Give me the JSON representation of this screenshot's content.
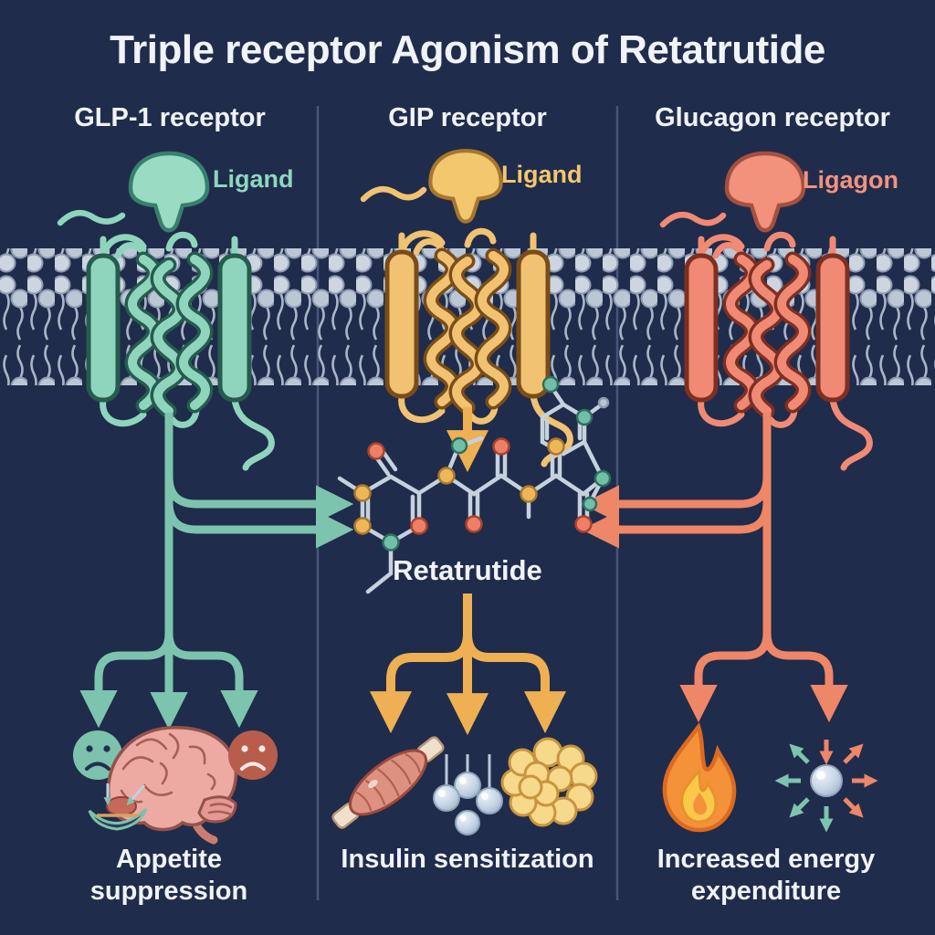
{
  "title": "Triple receptor Agonism of Retatrutide",
  "molecule": {
    "name": "Retatrutide"
  },
  "columns": [
    {
      "header": "GLP-1 receptor",
      "ligand_label": "Ligand",
      "outcome": "Appetite suppression",
      "accent_color": "#7cc4ae",
      "icons": [
        "sad-face-icon",
        "brain-icon",
        "angry-face-icon",
        "reduced-food-intake-icon"
      ]
    },
    {
      "header": "GIP receptor",
      "ligand_label": "Ligand",
      "outcome": "Insulin sensitization",
      "accent_color": "#edb45c",
      "icons": [
        "muscle-icon",
        "insulin-molecules-icon",
        "fat-cells-icon"
      ]
    },
    {
      "header": "Glucagon receptor",
      "ligand_label": "Ligagon",
      "outcome": "Increased energy expenditure",
      "accent_color": "#ee8668",
      "icons": [
        "flame-icon",
        "energy-burst-icon"
      ]
    }
  ],
  "colors": {
    "background": "#202c4b",
    "membrane_heads": "#ccd5e0",
    "divider": "#4e5e84",
    "text": "#f0f3f7",
    "glp1_teal": "#7cc4ae",
    "gip_gold": "#edb45c",
    "glucagon_salmon": "#ee8668"
  }
}
